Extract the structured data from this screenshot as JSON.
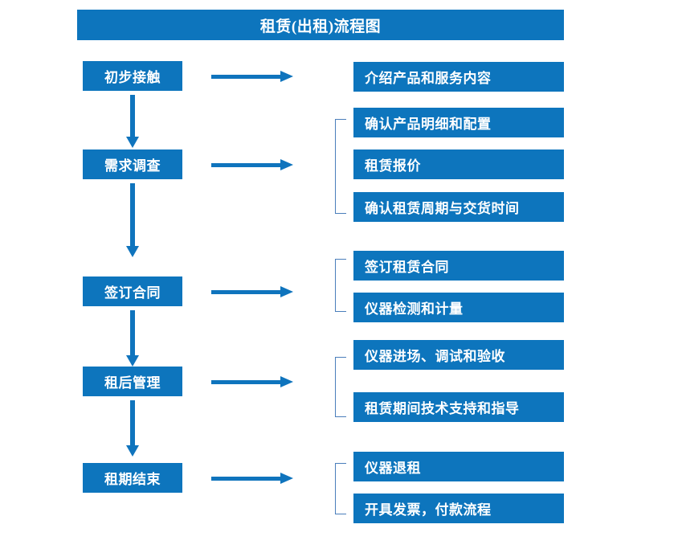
{
  "header": {
    "title": "租赁(出租)流程图"
  },
  "colors": {
    "primary_blue": "#0d75bd",
    "arrow_blue": "#0f74bd",
    "bracket_blue": "#4a7ebb",
    "box_text": "#ffffff",
    "background": "#ffffff"
  },
  "chart_data": {
    "type": "flowchart",
    "title": "租赁(出租)流程图",
    "orientation": "vertical-stages-with-horizontal-details",
    "stages": [
      {
        "id": "stage-1",
        "label": "初步接触",
        "details": [
          "介绍产品和服务内容"
        ],
        "has_bracket": false,
        "next": "stage-2"
      },
      {
        "id": "stage-2",
        "label": "需求调查",
        "details": [
          "确认产品明细和配置",
          "租赁报价",
          "确认租赁周期与交货时间"
        ],
        "has_bracket": true,
        "next": "stage-3"
      },
      {
        "id": "stage-3",
        "label": "签订合同",
        "details": [
          "签订租赁合同",
          "仪器检测和计量"
        ],
        "has_bracket": true,
        "next": "stage-4"
      },
      {
        "id": "stage-4",
        "label": "租后管理",
        "details": [
          "仪器进场、调试和验收",
          "租赁期间技术支持和指导"
        ],
        "has_bracket": true,
        "next": "stage-5"
      },
      {
        "id": "stage-5",
        "label": "租期结束",
        "details": [
          "仪器退租",
          "开具发票，付款流程"
        ],
        "has_bracket": true,
        "next": null
      }
    ]
  },
  "stages": {
    "s1": {
      "label": "初步接触"
    },
    "s2": {
      "label": "需求调查"
    },
    "s3": {
      "label": "签订合同"
    },
    "s4": {
      "label": "租后管理"
    },
    "s5": {
      "label": "租期结束"
    }
  },
  "details": {
    "d1_1": "介绍产品和服务内容",
    "d2_1": "确认产品明细和配置",
    "d2_2": "租赁报价",
    "d2_3": "确认租赁周期与交货时间",
    "d3_1": "签订租赁合同",
    "d3_2": "仪器检测和计量",
    "d4_1": "仪器进场、调试和验收",
    "d4_2": "租赁期间技术支持和指导",
    "d5_1": "仪器退租",
    "d5_2": "开具发票，付款流程"
  }
}
